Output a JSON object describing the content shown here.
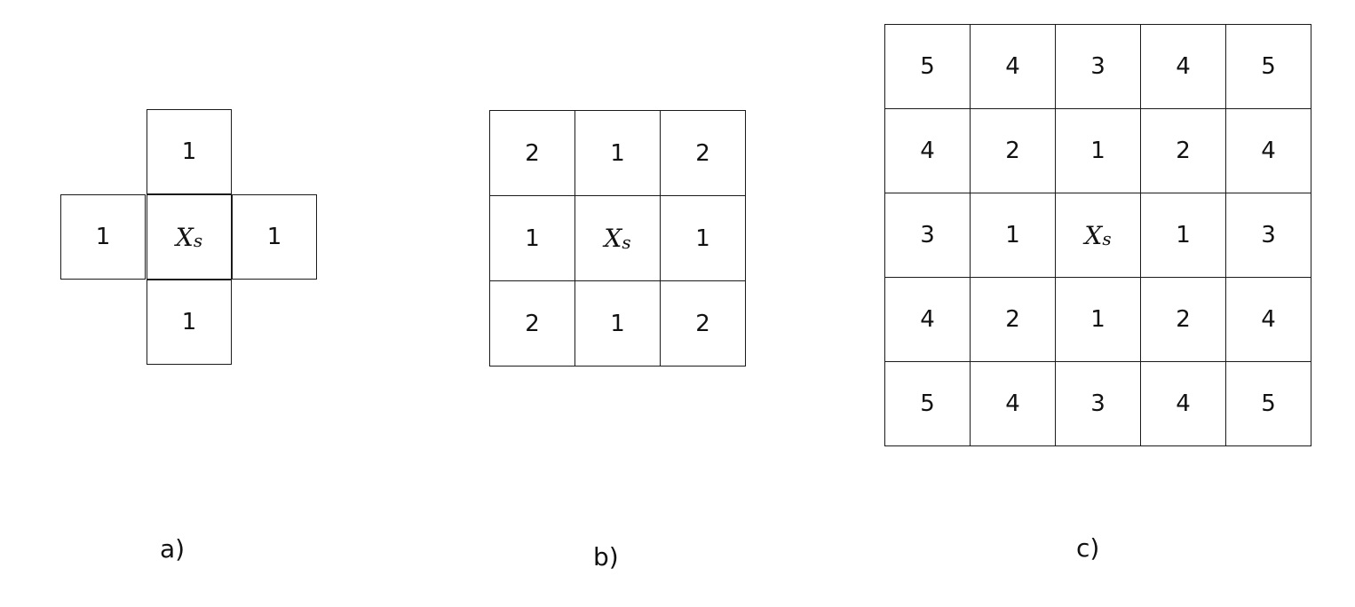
{
  "diagram_a": {
    "caption": "a)",
    "cells": {
      "top": "1",
      "left": "1",
      "center_base": "X",
      "center_sub": "s",
      "right": "1",
      "bottom": "1"
    }
  },
  "diagram_b": {
    "caption": "b)",
    "center_base": "X",
    "center_sub": "s",
    "rows": [
      [
        "2",
        "1",
        "2"
      ],
      [
        "1",
        "",
        "1"
      ],
      [
        "2",
        "1",
        "2"
      ]
    ]
  },
  "diagram_c": {
    "caption": "c)",
    "center_base": "X",
    "center_sub": "s",
    "rows": [
      [
        "5",
        "4",
        "3",
        "4",
        "5"
      ],
      [
        "4",
        "2",
        "1",
        "2",
        "4"
      ],
      [
        "3",
        "1",
        "",
        "1",
        "3"
      ],
      [
        "4",
        "2",
        "1",
        "2",
        "4"
      ],
      [
        "5",
        "4",
        "3",
        "4",
        "5"
      ]
    ]
  }
}
